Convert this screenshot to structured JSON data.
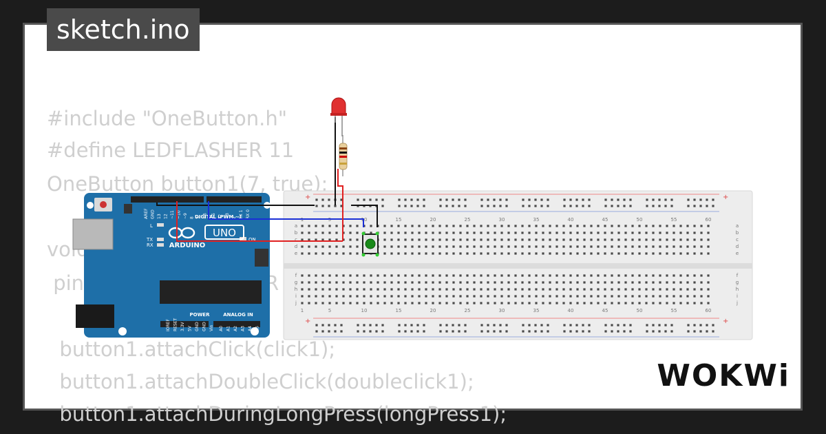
{
  "title": "sketch.ino",
  "code_lines": [
    "#include \"OneButton.h\"",
    "#define LEDFLASHER 11",
    "OneButton button1(7, true);",
    "",
    "void",
    " pin",
    "R",
    "",
    "  button1.attachClick(click1);",
    "  button1.attachDoubleClick(doubleclick1);",
    "  button1.attachDuringLongPress(longPress1);"
  ],
  "arduino": {
    "uno_label": "UNO",
    "brand_label": "ARDUINO",
    "digital_label": "DIGITAL (PWM ~)",
    "power_label": "POWER",
    "analog_label": "ANALOG IN",
    "on_label": "ON",
    "led_l": "L",
    "led_tx": "TX",
    "led_rx": "RX",
    "power_pins": [
      "IOREF",
      "RESET",
      "3.3V",
      "5V",
      "GND",
      "GND",
      "Vin"
    ],
    "analog_pins": [
      "A0",
      "A1",
      "A2",
      "A3",
      "A4",
      "A5"
    ],
    "top_pins": [
      "AREF",
      "GND",
      "13",
      "12",
      "~11",
      "~10",
      "~9",
      "8",
      "7",
      "~6",
      "~5",
      "4",
      "~3",
      "2",
      "TX 1",
      "RX 0"
    ]
  },
  "breadboard": {
    "column_numbers": [
      "1",
      "5",
      "10",
      "15",
      "20",
      "25",
      "30",
      "35",
      "40",
      "45",
      "50",
      "55",
      "60"
    ],
    "rows_top": [
      "a",
      "b",
      "c",
      "d",
      "e"
    ],
    "rows_bottom": [
      "f",
      "g",
      "h",
      "i",
      "j"
    ],
    "plus": "+",
    "minus": "-"
  },
  "logo": "WOKWi",
  "colors": {
    "background": "#1c1c1c",
    "card": "#ffffff",
    "code_text": "#cfcfcf",
    "arduino_blue": "#1e6fa8",
    "wire_red": "#e02020",
    "wire_blue": "#1a2fd6",
    "wire_black": "#111111",
    "button_green": "#1a8a1a",
    "led_red": "#e03030"
  }
}
